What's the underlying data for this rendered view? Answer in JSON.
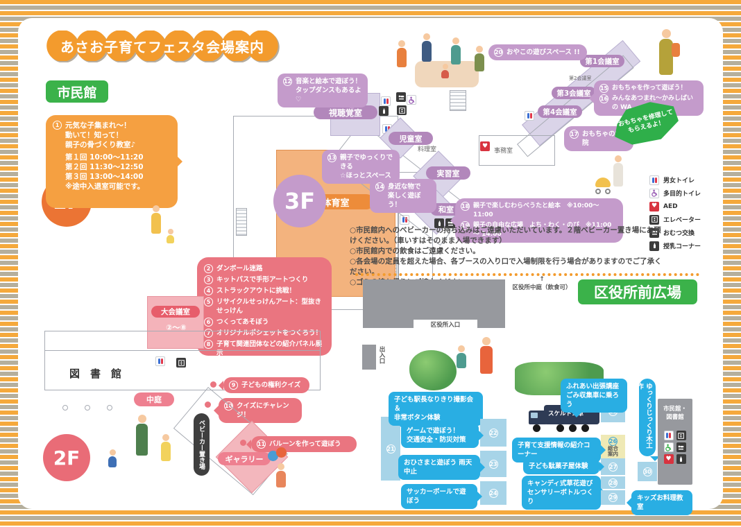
{
  "title": "あさお子育てフェスタ会場案内",
  "shiminkan_label": "市民館",
  "badges": {
    "f1": "1F",
    "f2": "2F",
    "f3": "3F"
  },
  "legend": [
    {
      "label": "男女トイレ"
    },
    {
      "label": "多目的トイレ"
    },
    {
      "label": "AED"
    },
    {
      "label": "エレベーター"
    },
    {
      "label": "おむつ交換"
    },
    {
      "label": "授乳コーナー"
    }
  ],
  "notes": [
    "○市民館内へのベビーカーの持ち込みはご遠慮いただいています。２階ベビーカー置き場にお預けください。（車いすはそのまま入場できます）",
    "○市民館内での飲食はご遠慮ください。",
    "○各会場の定員を超えた場合、各ブースの入り口で入場制限を行う場合がありますのでご了承ください。",
    "○ゴミの持ち帰りにご協力ください。"
  ],
  "f1": {
    "event_num": "1",
    "event_lines": [
      "元気な子集まれ～！",
      "動いて！知って！",
      "親子の骨づくり教室♪"
    ],
    "schedule": [
      "第１回 10:00～11:20",
      "第２回 11:30～12:50",
      "第３回 13:00～14:00",
      "※途中入退室可能です。"
    ],
    "gym": "体育室"
  },
  "f2": {
    "list": [
      {
        "n": "2",
        "t": "ダンボール迷路"
      },
      {
        "n": "3",
        "t": "キットパスで手形アートつくり"
      },
      {
        "n": "4",
        "t": "ストラックアウトに挑戦！"
      },
      {
        "n": "5",
        "t": "リサイクルせっけんアート：型抜きせっけん"
      },
      {
        "n": "6",
        "t": "つくってあそぼう"
      },
      {
        "n": "7",
        "t": "オリジナルポシェットをつくろう！"
      },
      {
        "n": "8",
        "t": "子育て関連団体などの紹介パネル展示"
      }
    ],
    "main_room": "大会議室",
    "main_room_range": "②～⑧",
    "quiz1": {
      "n": "9",
      "t": "子どもの権利クイズ"
    },
    "quiz2": {
      "n": "10",
      "t": "クイズにチャレンジ！"
    },
    "balloon": {
      "n": "11",
      "t": "バルーンを作って遊ぼう"
    },
    "library": "図　書　館",
    "courtyard": "中庭",
    "gallery": "ギャラリー",
    "stroller": "ベビーカー置き場"
  },
  "f3": {
    "b12": {
      "n": "12",
      "lines": [
        "音楽と絵本で遊ぼう！",
        "タップダンスもあるよ♡"
      ]
    },
    "b13": {
      "n": "13",
      "lines": [
        "親子でゆっくりできる",
        "☆ほっとスペース"
      ]
    },
    "b14": {
      "n": "14",
      "lines": [
        "身近な物で",
        "楽しく遊ぼう！"
      ]
    },
    "b15": {
      "n": "15",
      "t": "おもちゃを作って遊ぼう！"
    },
    "b16": {
      "n": "16",
      "t": "みんなあつまれ～かみしばいの WA"
    },
    "b17": {
      "n": "17",
      "t": "おもちゃの病院"
    },
    "b18": {
      "n": "18",
      "t": "親子で楽しむわらべうたと絵本　※10:00～11:00"
    },
    "b19": {
      "n": "19",
      "t": "親子の自由な広場　よち・わく・のび　※11:00 ～ 14:00"
    },
    "b20": {
      "n": "20",
      "t": "おやこの遊びスペース !!"
    },
    "starburst": [
      "おもちゃを修理して",
      "もらえるよ！"
    ],
    "rooms": {
      "av": "視聴覚室",
      "jido": "児童室",
      "ryori": "料理室",
      "jisshu": "実習室",
      "washitsu": "和室",
      "jimu": "事務室",
      "k1": "第1会議室",
      "k2": "第2会議室",
      "k3": "第3会議室",
      "k4": "第4会議室"
    }
  },
  "plaza": {
    "label": "区役所前広場",
    "arrow": "↑",
    "courtyard_note": "区役所中庭（飲食可）",
    "entrance": "区役所入口",
    "gate": "出入口",
    "truck": "スケルトン車",
    "info": "総合案内",
    "bldg1": "市民館・",
    "bldg2": "図書館",
    "b21": {
      "n": "21",
      "lines": [
        "子ども駅長なりきり撮影会＆",
        "非常ボタン体験"
      ]
    },
    "b22": {
      "n": "22",
      "lines": [
        "ゲームで遊ぼう！",
        "交通安全・防災対策"
      ]
    },
    "b23": {
      "n": "23",
      "lines": [
        "おひさまと遊ぼう 雨天中止"
      ]
    },
    "b24": {
      "n": "24",
      "lines": [
        "サッカーボールで遊ぼう"
      ]
    },
    "b25": {
      "n": "25",
      "lines": [
        "ふれあい出張講座",
        "ごみ収集車に乗ろう"
      ]
    },
    "b26": {
      "n": "26",
      "lines": [
        "子育て支援情報の紹介コーナー"
      ]
    },
    "b27": {
      "n": "27",
      "lines": [
        "子ども駄菓子屋体験"
      ]
    },
    "b28": {
      "n": "28",
      "lines": [
        "キャンディ式草花遊び",
        "センサリーボトルつくり"
      ]
    },
    "b29": {
      "n": "29",
      "lines": [
        "キッズお料理教室"
      ]
    },
    "b30": {
      "n": "30",
      "t": "ゆっくりじっくり木工作"
    }
  },
  "colors": {
    "orange": "#F39B2D",
    "green": "#3BB24A",
    "purple": "#C49BCB",
    "pink": "#EA7580",
    "cyan": "#29AEE3"
  }
}
